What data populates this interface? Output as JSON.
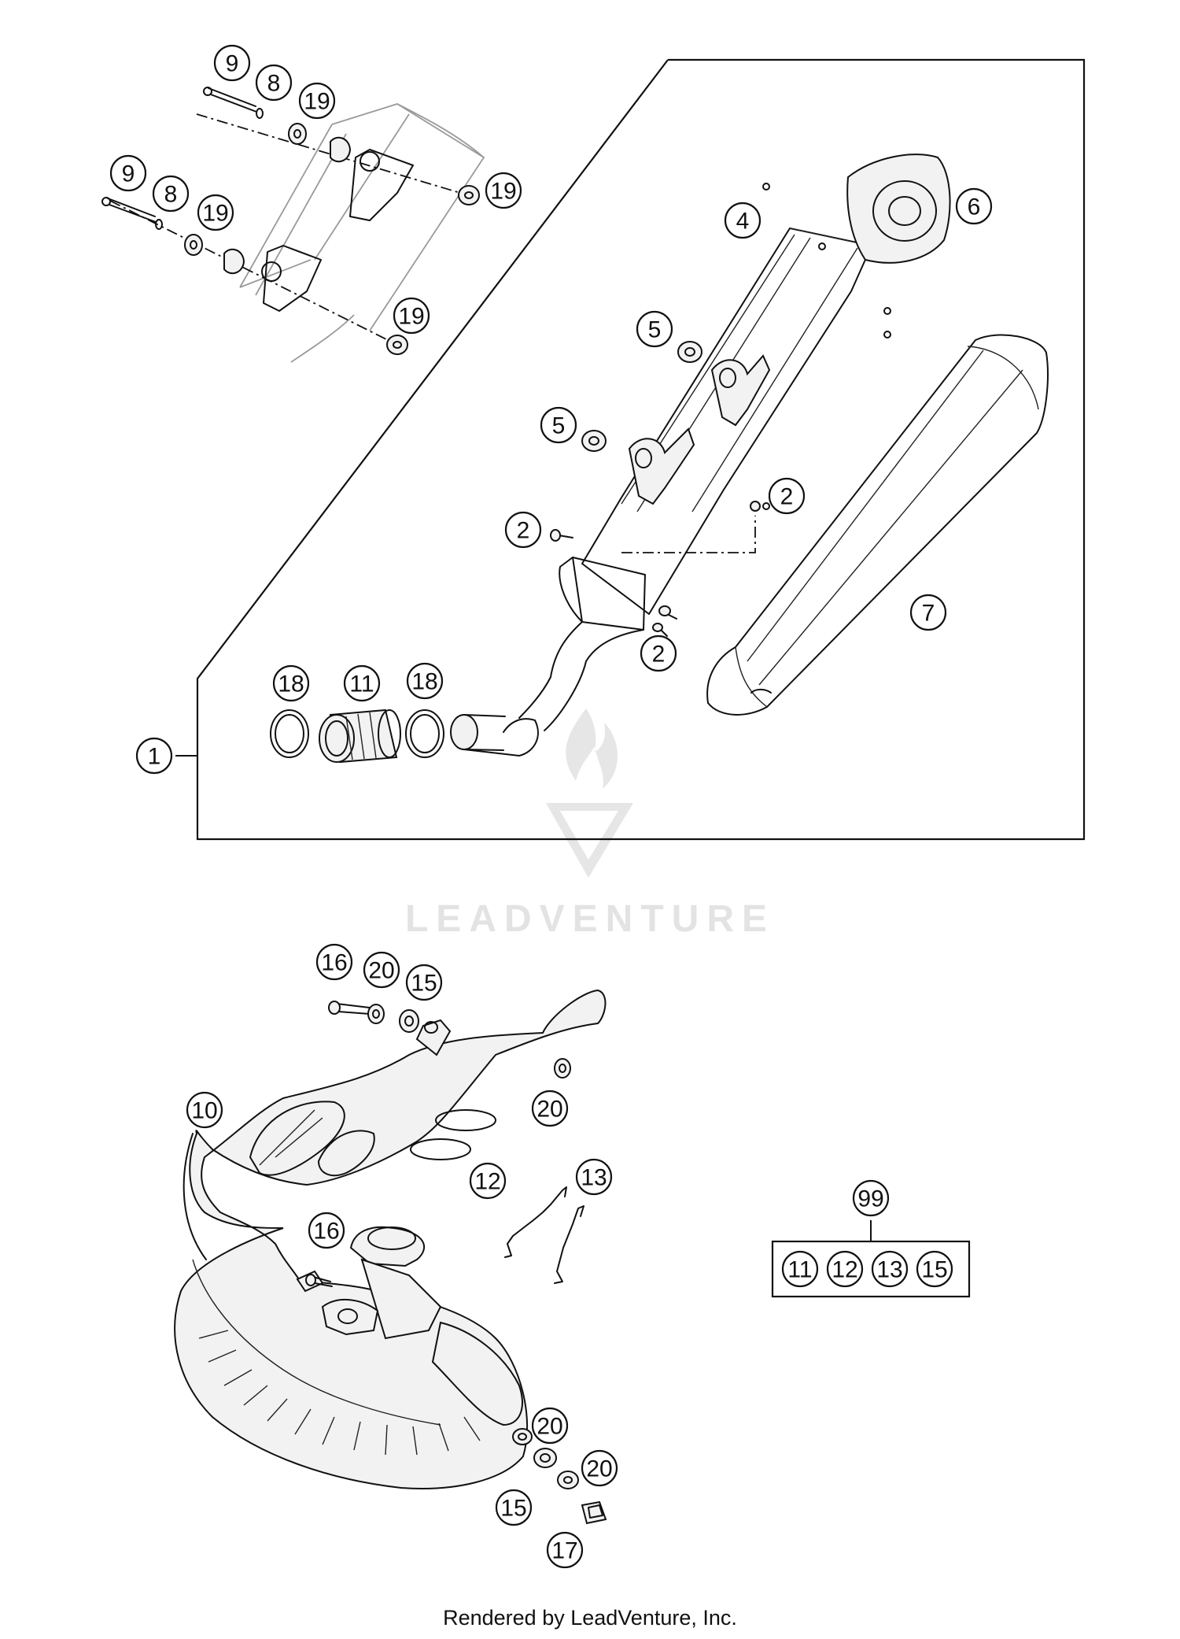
{
  "labels": {
    "c1": "1",
    "c2a": "2",
    "c2b": "2",
    "c2c": "2",
    "c4": "4",
    "c5a": "5",
    "c5b": "5",
    "c6": "6",
    "c7": "7",
    "c8a": "8",
    "c8b": "8",
    "c9a": "9",
    "c9b": "9",
    "c10": "10",
    "c11": "11",
    "c12": "12",
    "c13": "13",
    "c15a": "15",
    "c15b": "15",
    "c16a": "16",
    "c16b": "16",
    "c17": "17",
    "c18a": "18",
    "c18b": "18",
    "c19a": "19",
    "c19b": "19",
    "c19c": "19",
    "c19d": "19",
    "c20a": "20",
    "c20b": "20",
    "c20c": "20",
    "c20d": "20",
    "c99": "99"
  },
  "kit": {
    "label": "99",
    "items": [
      "11",
      "12",
      "13",
      "15"
    ]
  },
  "watermark": "LEADVENTURE",
  "credit": "Rendered by LeadVenture, Inc.",
  "colors": {
    "line": "#111111",
    "watermark": "#e3e3e3",
    "background": "#ffffff"
  }
}
